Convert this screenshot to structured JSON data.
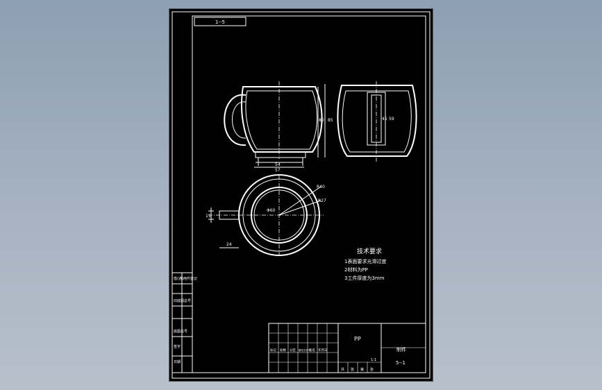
{
  "drawing": {
    "view_scale_label": "1--5",
    "dimensions": {
      "top_width_inner": "54",
      "top_width_outer": "57",
      "height_80": "80",
      "height_85": "85",
      "side_45": "45",
      "side_59": "59",
      "radius_40": "R40",
      "radius_27": "R27",
      "diameter_60": "Φ60",
      "handle_11": "11",
      "handle_24": "24"
    },
    "tech_requirements": {
      "title": "技术要求",
      "items": [
        "1表面要求光滑过度",
        "2材料为PP",
        "3工件厚度为3mm"
      ]
    },
    "left_strip": [
      "借(通)用件登记",
      "旧底图总号",
      "底图总号",
      "签字",
      "日期"
    ],
    "title_block": {
      "material": "PP",
      "name": "制件",
      "code": "5--1",
      "grid_labels": [
        "标记",
        "处数",
        "分区",
        "更改文件号",
        "签名",
        "年月日"
      ],
      "bottom_labels": [
        "共",
        "张",
        "第",
        "张"
      ],
      "scale_cells": [
        "1:1"
      ]
    }
  }
}
